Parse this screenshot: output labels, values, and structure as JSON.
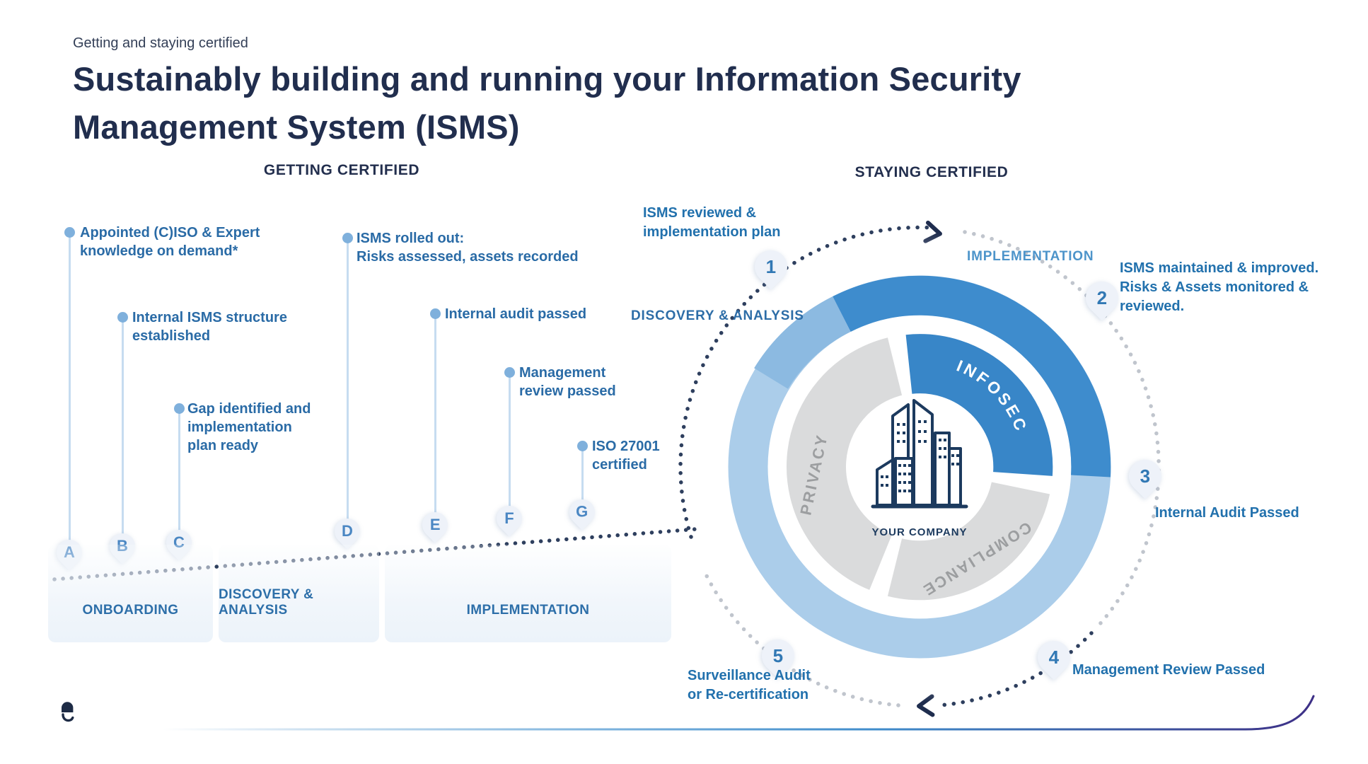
{
  "page": {
    "eyebrow": "Getting and staying certified",
    "title_line1": "Sustainably building and running your Information Security",
    "title_line2": "Management System (ISMS)"
  },
  "headers": {
    "getting": "GETTING CERTIFIED",
    "staying": "STAYING CERTIFIED"
  },
  "timeline": {
    "milestones": [
      {
        "id": "A",
        "lines": [
          "Appointed (C)ISO & Expert",
          "knowledge on demand*"
        ]
      },
      {
        "id": "B",
        "lines": [
          "Internal ISMS structure",
          "established"
        ]
      },
      {
        "id": "C",
        "lines": [
          "Gap identified and",
          "implementation",
          "plan ready"
        ]
      },
      {
        "id": "D",
        "lines": [
          "ISMS rolled out:",
          "Risks assessed, assets recorded"
        ]
      },
      {
        "id": "E",
        "lines": [
          "Internal audit passed"
        ]
      },
      {
        "id": "F",
        "lines": [
          "Management",
          "review passed"
        ]
      },
      {
        "id": "G",
        "lines": [
          "ISO 27001",
          "certified"
        ]
      }
    ],
    "phases": [
      "ONBOARDING",
      "DISCOVERY & ANALYSIS",
      "IMPLEMENTATION"
    ]
  },
  "cycle": {
    "labels": {
      "implementation": "IMPLEMENTATION",
      "discovery": "DISCOVERY & ANALYSIS"
    },
    "steps": [
      {
        "id": "1",
        "lines": [
          "ISMS reviewed &",
          "implementation plan"
        ]
      },
      {
        "id": "2",
        "lines": [
          "ISMS maintained & improved.",
          "Risks & Assets monitored &",
          "reviewed."
        ]
      },
      {
        "id": "3",
        "lines": [
          "Internal Audit Passed"
        ]
      },
      {
        "id": "4",
        "lines": [
          "Management Review Passed"
        ]
      },
      {
        "id": "5",
        "lines": [
          "Surveillance Audit",
          "or Re-certification"
        ]
      }
    ],
    "wheel": {
      "segment_infosec": "INFOSEC",
      "segment_privacy": "PRIVACY",
      "segment_compliance": "COMPLIANCE",
      "center_label": "YOUR COMPANY"
    }
  },
  "colors": {
    "navy": "#212e4e",
    "blue_text": "#2271ad",
    "milestone_blue": "#2a6ba6",
    "ring_light": "#abcdea",
    "ring_medium": "#8cbae1",
    "ring_dark": "#3e8ccd",
    "segment_blue": "#3886c8",
    "segment_gray": "#dadbdc",
    "gray_label": "#9c9ea0",
    "dot_navy": "#2e3f5e",
    "dot_gray": "#c0c5cd",
    "swoosh_end": "#3d2f86"
  }
}
